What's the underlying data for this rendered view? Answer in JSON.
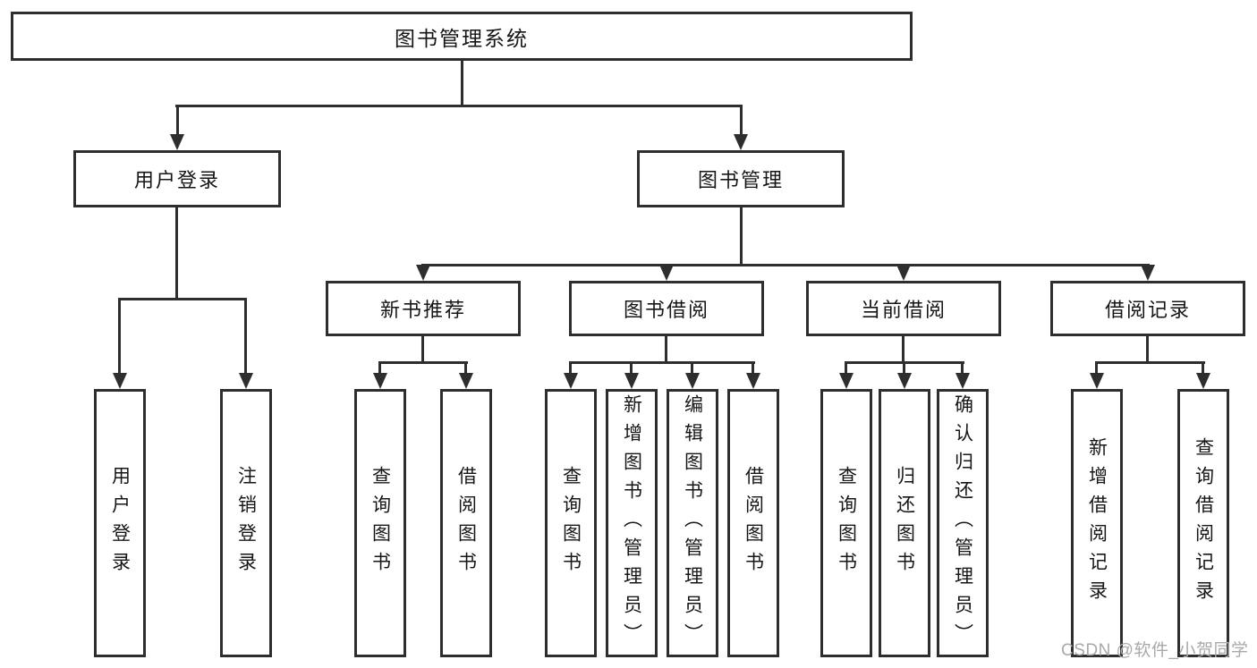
{
  "diagram": {
    "root": "图书管理系统",
    "level2": [
      "用户登录",
      "图书管理"
    ],
    "level3": [
      "新书推荐",
      "图书借阅",
      "当前借阅",
      "借阅记录"
    ],
    "leaves": {
      "user_login": [
        "用户登录",
        "注销登录"
      ],
      "new_book_recommendation": [
        "查询图书",
        "借阅图书"
      ],
      "book_borrowing": [
        "查询图书",
        "新增图书（管理员）",
        "编辑图书（管理员）",
        "借阅图书"
      ],
      "current_borrowing": [
        "查询图书",
        "归还图书",
        "确认归还（管理员）"
      ],
      "borrowing_records": [
        "新增借阅记录",
        "查询借阅记录"
      ]
    }
  },
  "watermark": {
    "text": "CSDN @软件_小贺同学"
  },
  "colors": {
    "line": "#2e2e2e",
    "text": "#161616",
    "watermark": "#a9a9a9",
    "background": "#ffffff"
  }
}
